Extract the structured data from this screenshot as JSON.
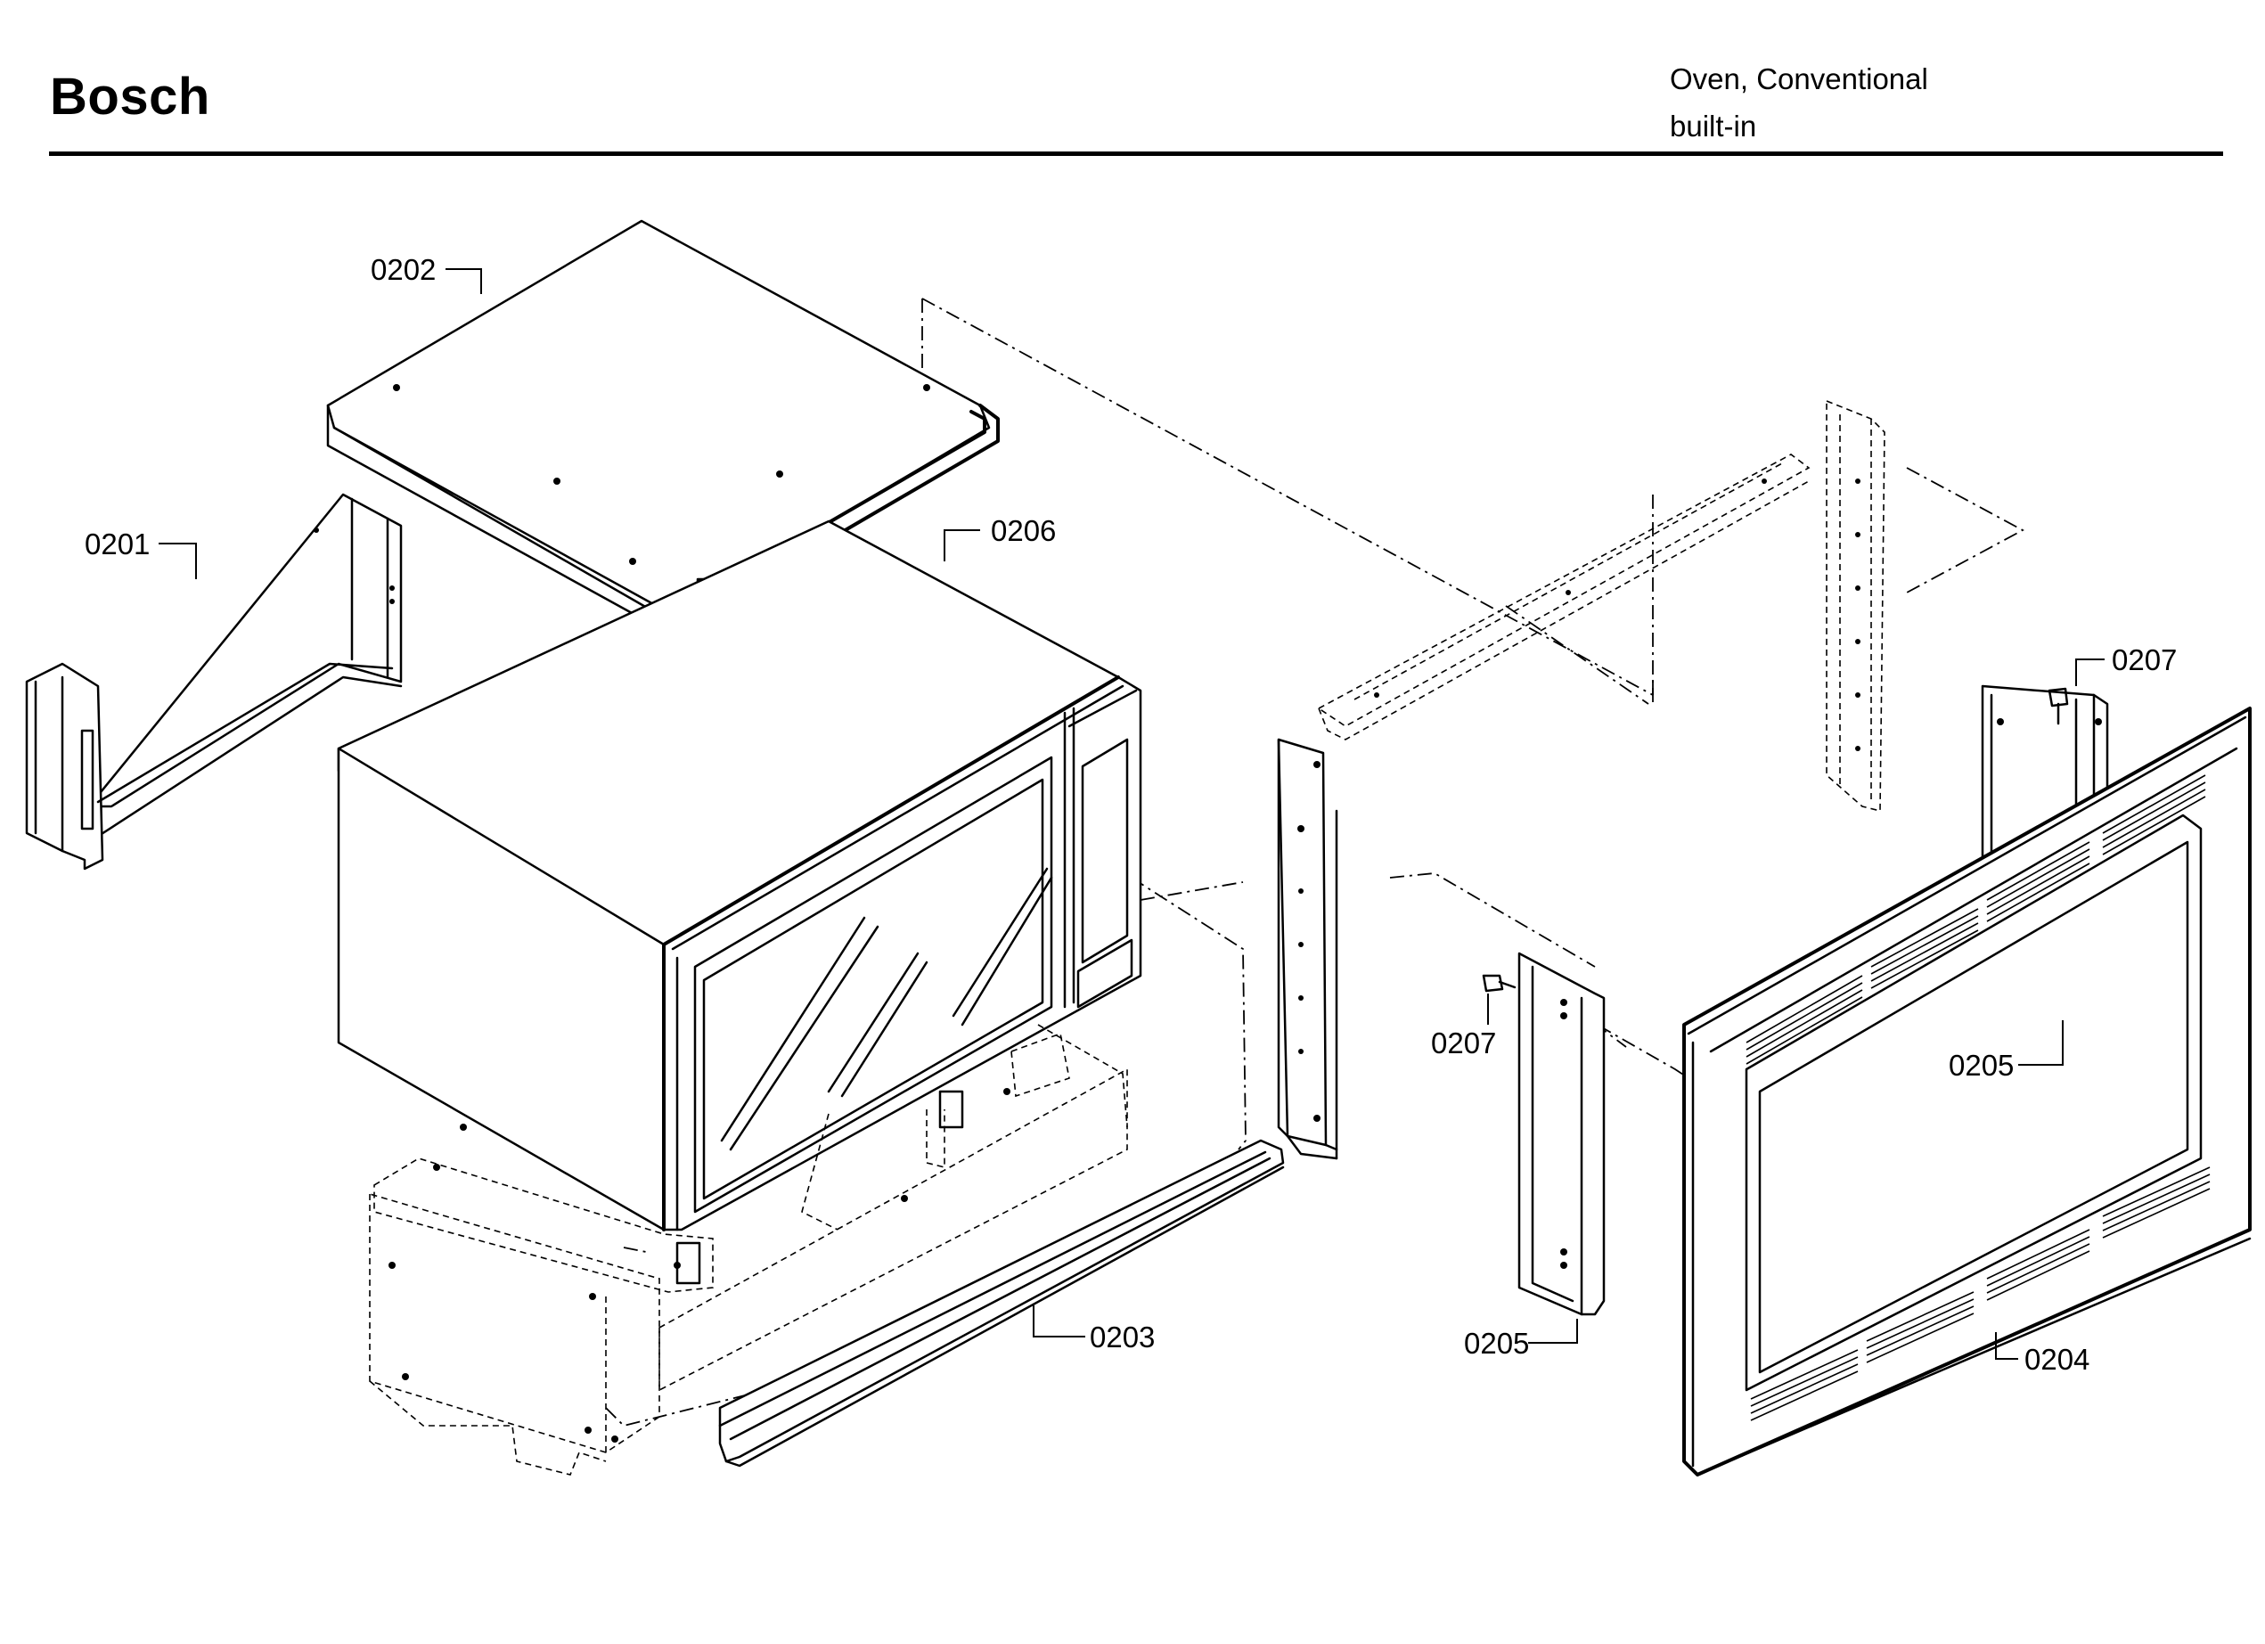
{
  "header": {
    "brand": "Bosch",
    "product_line1": "Oven, Conventional",
    "product_line2": "built-in"
  },
  "callouts": {
    "c0201": "0201",
    "c0202": "0202",
    "c0203": "0203",
    "c0204": "0204",
    "c0205_left": "0205",
    "c0205_right": "0205",
    "c0206": "0206",
    "c0207_left": "0207",
    "c0207_right": "0207"
  }
}
